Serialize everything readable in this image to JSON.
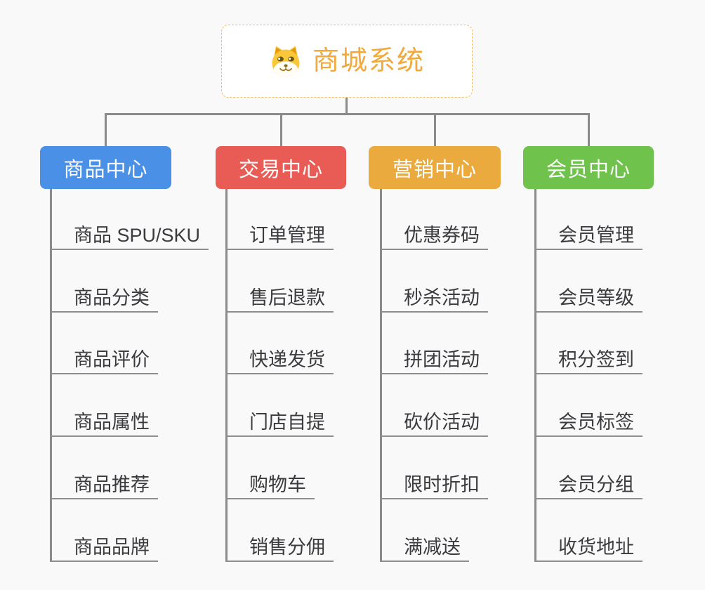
{
  "root": {
    "title": "商城系统",
    "icon": "dog-icon"
  },
  "branches": [
    {
      "label": "商品中心",
      "color": "#4a90e7",
      "children": [
        "商品 SPU/SKU",
        "商品分类",
        "商品评价",
        "商品属性",
        "商品推荐",
        "商品品牌"
      ]
    },
    {
      "label": "交易中心",
      "color": "#e85c55",
      "children": [
        "订单管理",
        "售后退款",
        "快递发货",
        "门店自提",
        "购物车",
        "销售分佣"
      ]
    },
    {
      "label": "营销中心",
      "color": "#ebaa3e",
      "children": [
        "优惠券码",
        "秒杀活动",
        "拼团活动",
        "砍价活动",
        "限时折扣",
        "满减送"
      ]
    },
    {
      "label": "会员中心",
      "color": "#6fc24b",
      "children": [
        "会员管理",
        "会员等级",
        "积分签到",
        "会员标签",
        "会员分组",
        "收货地址"
      ]
    }
  ],
  "colors": {
    "background": "#f9f9f9",
    "connector": "#8a8a8a",
    "underline": "#8e8e8e",
    "leaf_text": "#3b3b3f",
    "root_border": "#f0bd66",
    "root_text": "#f2a93b",
    "icon_yellow": "#f9c839"
  }
}
